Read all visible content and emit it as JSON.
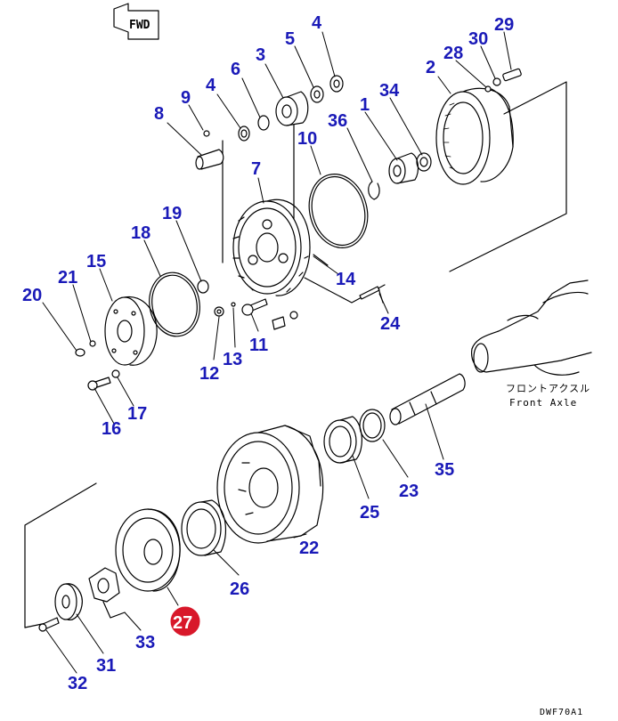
{
  "colors": {
    "callout": "#1a1ab8",
    "highlight": "#d8182a",
    "line": "#000000",
    "background": "#ffffff"
  },
  "direction_arrow": "FWD",
  "axle_label_jp": "フロントアクスル",
  "axle_label_en": "Front Axle",
  "drawing_code": "DWF70A1",
  "callouts": {
    "p1": "1",
    "p2": "2",
    "p3": "3",
    "p4a": "4",
    "p4b": "4",
    "p5": "5",
    "p6": "6",
    "p7": "7",
    "p8": "8",
    "p9": "9",
    "p10": "10",
    "p11": "11",
    "p12": "12",
    "p13": "13",
    "p14": "14",
    "p15": "15",
    "p16": "16",
    "p17": "17",
    "p18": "18",
    "p19": "19",
    "p20": "20",
    "p21": "21",
    "p22": "22",
    "p23": "23",
    "p24": "24",
    "p25": "25",
    "p26": "26",
    "p27": "27",
    "p28": "28",
    "p29": "29",
    "p30": "30",
    "p31": "31",
    "p32": "32",
    "p33": "33",
    "p34": "34",
    "p35": "35",
    "p36": "36"
  },
  "highlighted_part": "27"
}
